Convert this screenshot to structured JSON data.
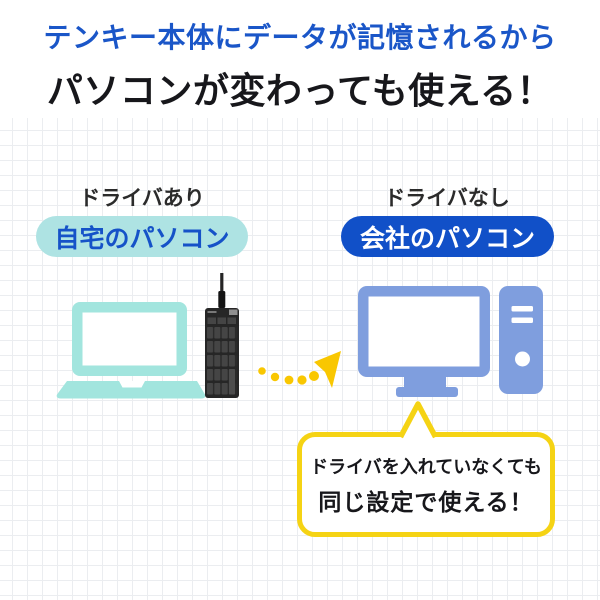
{
  "header": {
    "subtitle": "テンキー本体にデータが記憶されるから",
    "title": "パソコンが変わっても使える！"
  },
  "scenarios": {
    "left": {
      "label": "ドライバあり",
      "badge": "自宅のパソコン"
    },
    "right": {
      "label": "ドライバなし",
      "badge": "会社のパソコン"
    }
  },
  "bubble": {
    "line1": "ドライバを入れていなくても",
    "line2": "同じ設定で使える！"
  },
  "icons": {
    "laptop": "laptop-icon",
    "keypad": "numeric-keypad-icon",
    "arrow": "dotted-arrow-icon",
    "desktop": "desktop-pc-icon",
    "bubble_tail": "speech-bubble-tail"
  },
  "colors": {
    "subtitle_blue": "#1a56c8",
    "title_black": "#17171b",
    "label_text": "#2b2b2b",
    "badge_home_bg": "#aee3e3",
    "badge_home_text": "#1552c8",
    "badge_office_bg": "#1150c8",
    "badge_office_text": "#ffffff",
    "laptop_color": "#a2e5de",
    "desktop_color": "#7f9ede",
    "arrow_color": "#f9c701",
    "keypad_color": "#262626",
    "bubble_border": "#f5d314",
    "grid_line": "#ebedf0"
  }
}
